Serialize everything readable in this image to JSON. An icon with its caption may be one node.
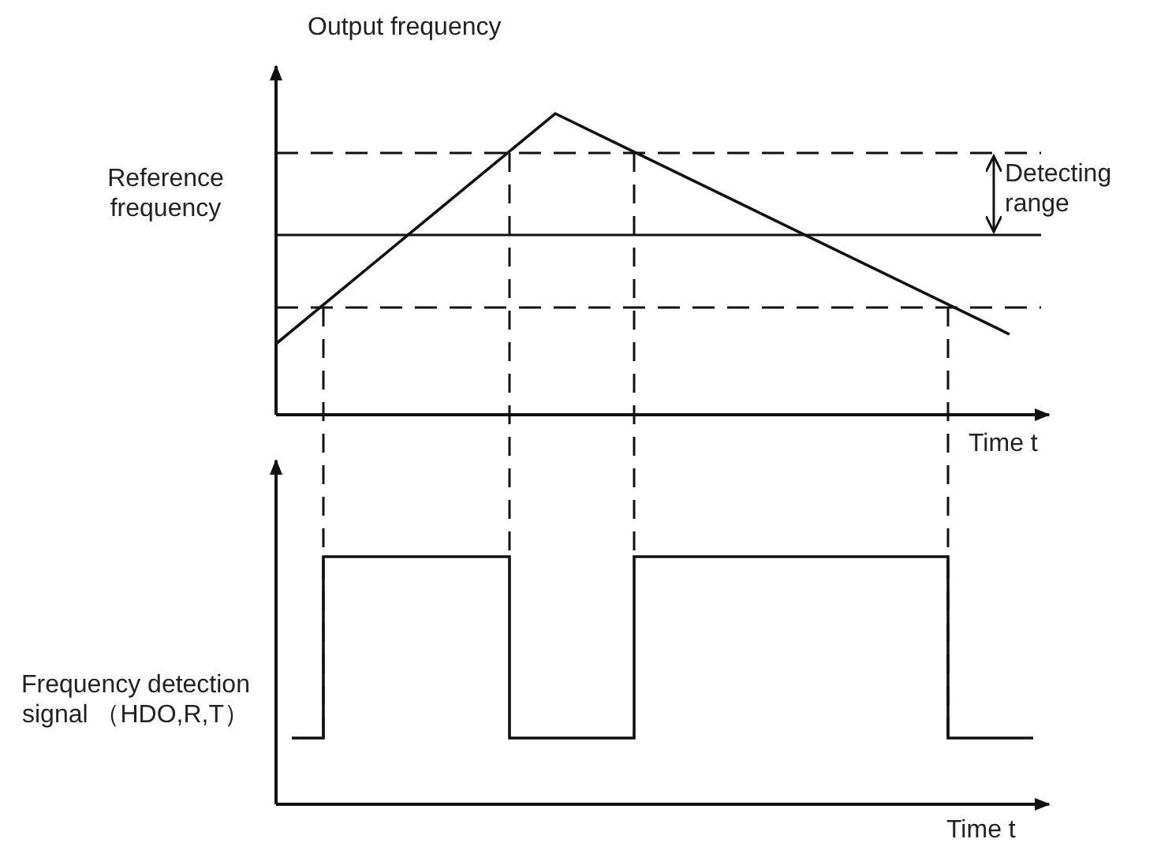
{
  "diagram": {
    "labels": [
      "Output frequency",
      "Reference frequency",
      "Detecting range",
      "Time t",
      "Frequency detection signal （HDO,R,T）",
      "Time t"
    ]
  }
}
